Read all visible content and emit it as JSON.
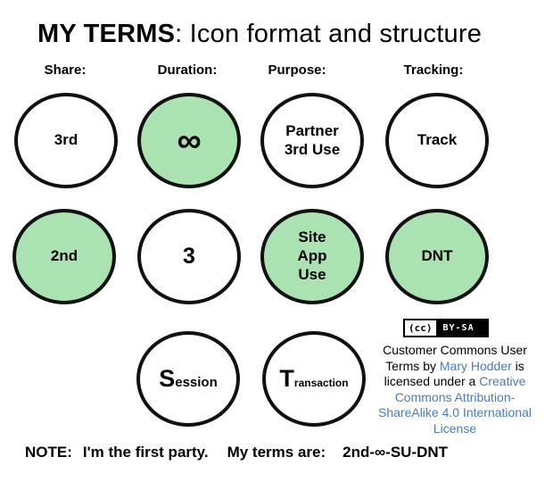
{
  "title": {
    "bold": "MY TERMS",
    "rest": ": Icon format and structure"
  },
  "columns": {
    "share": "Share:",
    "duration": "Duration:",
    "purpose": "Purpose:",
    "tracking": "Tracking:"
  },
  "circles": [
    {
      "label": "3rd",
      "fill": "white",
      "column": "Share"
    },
    {
      "label": "∞",
      "fill": "green",
      "column": "Duration"
    },
    {
      "label": "Partner\n3rd Use",
      "fill": "white",
      "column": "Purpose"
    },
    {
      "label": "Track",
      "fill": "white",
      "column": "Tracking"
    },
    {
      "label": "2nd",
      "fill": "green",
      "column": "Share"
    },
    {
      "label": "3",
      "fill": "white",
      "column": "Duration"
    },
    {
      "label": "Site\nApp\nUse",
      "fill": "green",
      "column": "Purpose"
    },
    {
      "label": "DNT",
      "fill": "green",
      "column": "Tracking"
    },
    {
      "initial": "S",
      "rest": "ession",
      "fill": "white",
      "column": "Duration"
    },
    {
      "initial": "T",
      "rest": "ransaction",
      "fill": "white",
      "column": "Purpose"
    }
  ],
  "cc_badge": {
    "logo": "(cc)",
    "label": "BY-SA"
  },
  "license": {
    "line1": "Customer Commons User",
    "line2_pre": "Terms by ",
    "line2_link": "Mary Hodder",
    "line2_post": " is",
    "line3_pre": "licensed under a ",
    "line3_link": "Creative",
    "line4_link": "Commons Attribution-",
    "line5_link": "ShareAlike 4.0 International",
    "line6_link": "License"
  },
  "note": {
    "label": "NOTE:",
    "first_party": "I'm the first party.",
    "terms_label": "My terms are:",
    "terms": "2nd-∞-SU-DNT"
  },
  "colors": {
    "green_fill": "#abe2b2",
    "circle_stroke": "#111111",
    "link": "#4a7cba",
    "badge_bg": "#000000"
  }
}
